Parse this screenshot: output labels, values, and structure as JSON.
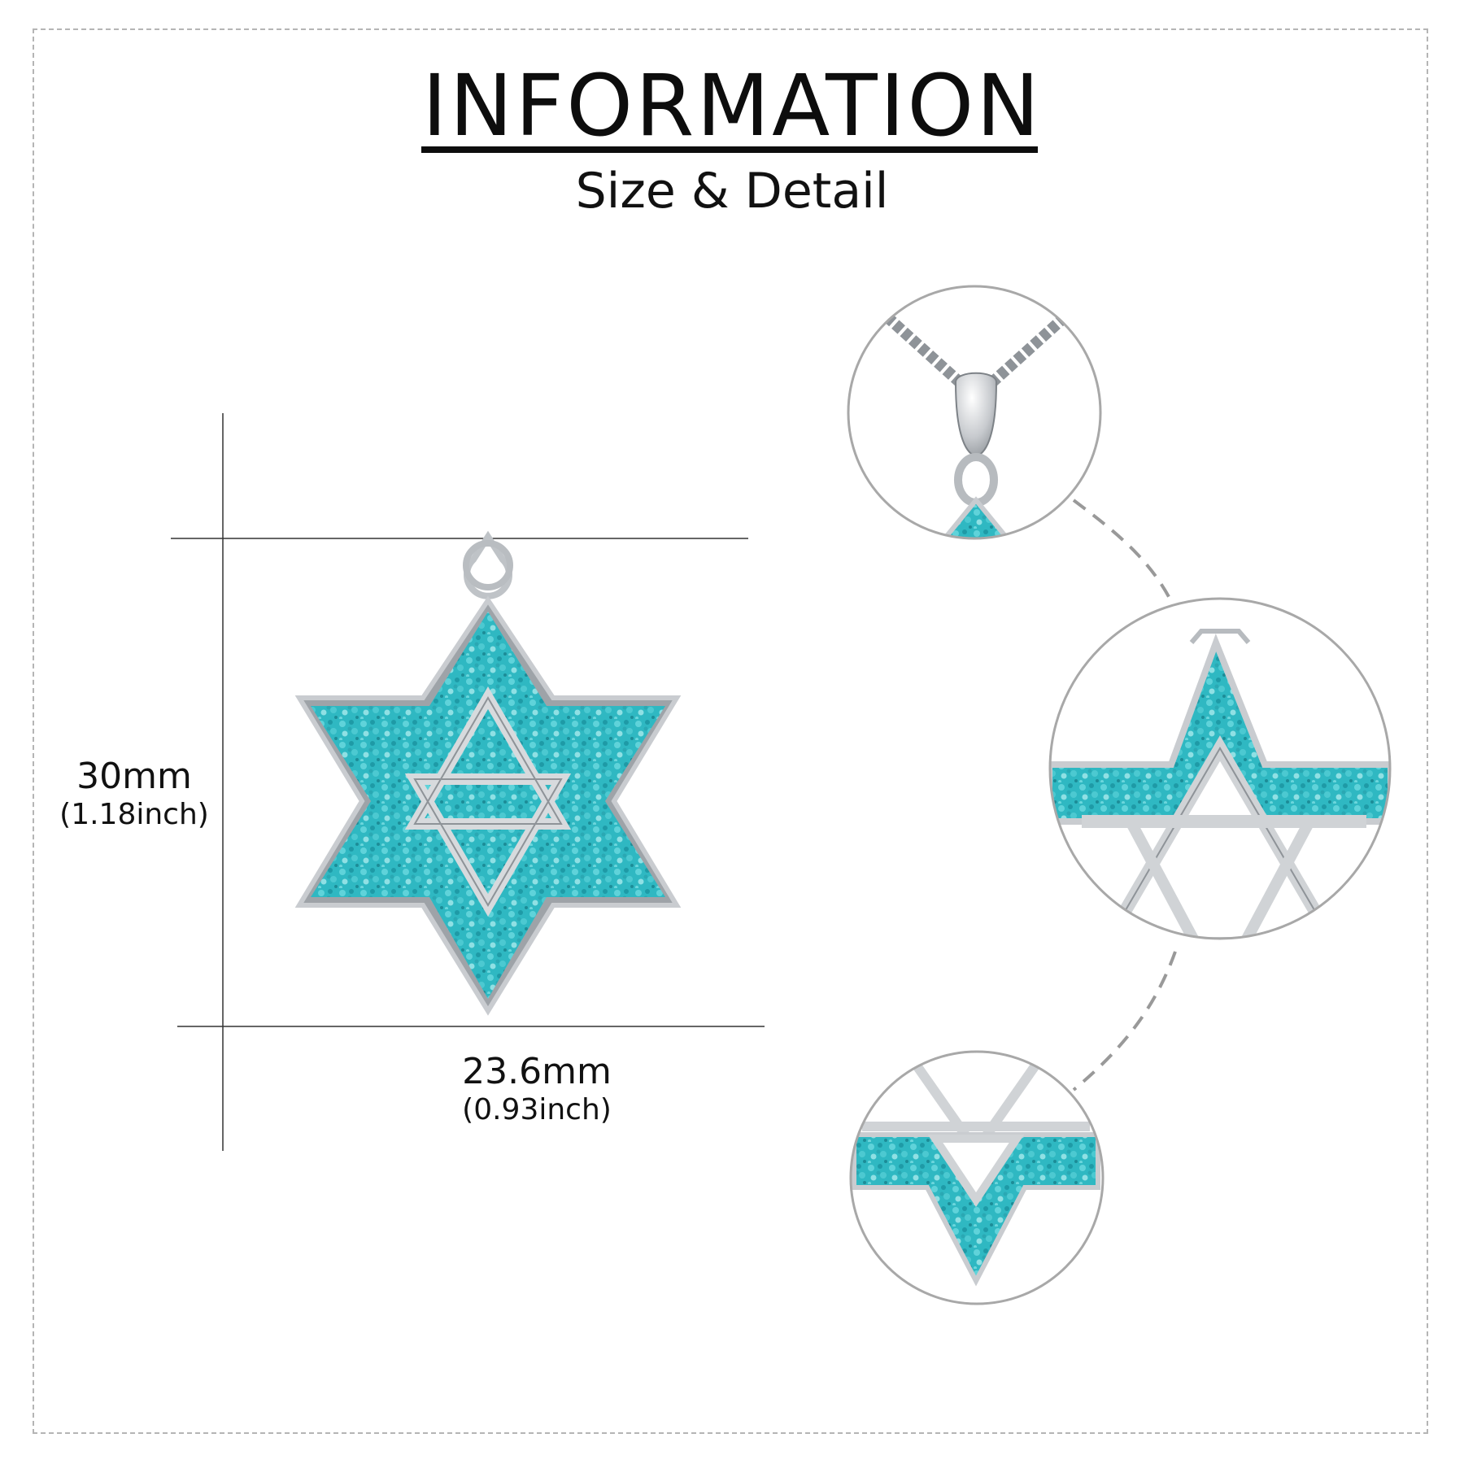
{
  "header": {
    "title": "INFORMATION",
    "subtitle": "Size & Detail"
  },
  "dimensions": {
    "height": {
      "mm": "30mm",
      "inch": "(1.18inch)"
    },
    "width": {
      "mm": "23.6mm",
      "inch": "(0.93inch)"
    }
  },
  "colors": {
    "turquoise": "#3cc6cf",
    "silver": "#c9ccd0",
    "border": "#b5b5b5"
  }
}
